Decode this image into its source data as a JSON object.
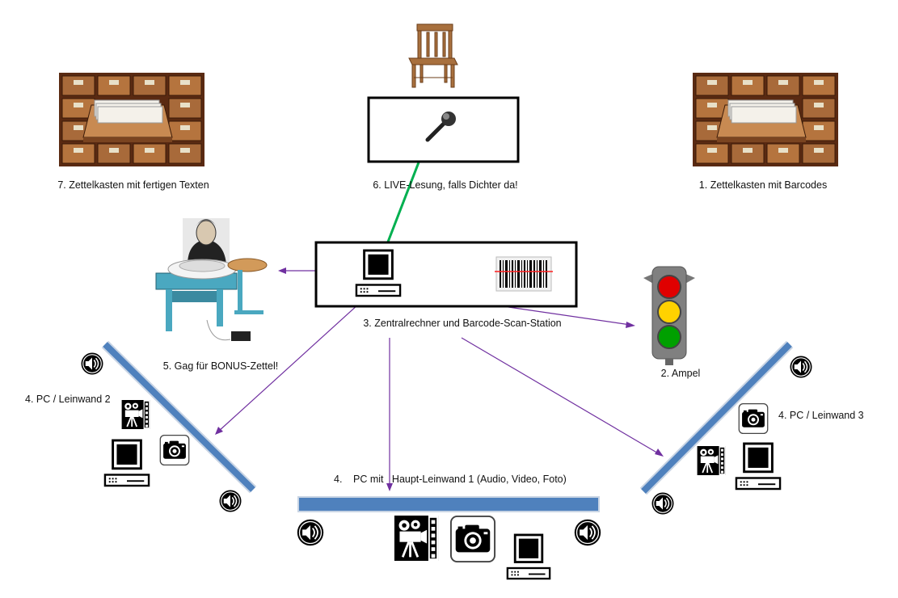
{
  "labels": {
    "station1": "1. Zettelkasten mit Barcodes",
    "station2": "2. Ampel",
    "station3": "3. Zentralrechner und Barcode-Scan-Station",
    "station4_left": "4. PC / Leinwand 2",
    "station4_right": "4. PC / Leinwand 3",
    "station4_main_prefix": "4.",
    "station4_main": "PC mit   Haupt-Leinwand 1 (Audio, Video, Foto)",
    "station5": "5. Gag für BONUS-Zettel!",
    "station6": "6. LIVE-Lesung, falls Dichter da!",
    "station7": "7. Zettelkasten mit fertigen Texten"
  },
  "colors": {
    "arrow_purple": "#7030a0",
    "arrow_green": "#00b050",
    "arrow_red": "#e00000",
    "screen_blue": "#4f81bd",
    "wood": "#9a5a2e"
  },
  "icons": {
    "chair": "chair-icon",
    "microphone": "microphone-icon",
    "card_catalog": "card-catalog-icon",
    "computer": "computer-icon",
    "barcode": "barcode-icon",
    "traffic_light": "traffic-light-icon",
    "speaker": "speaker-icon",
    "video_camera": "video-camera-icon",
    "photo_camera": "photo-camera-icon",
    "gag": "pottery-wheel-icon"
  }
}
